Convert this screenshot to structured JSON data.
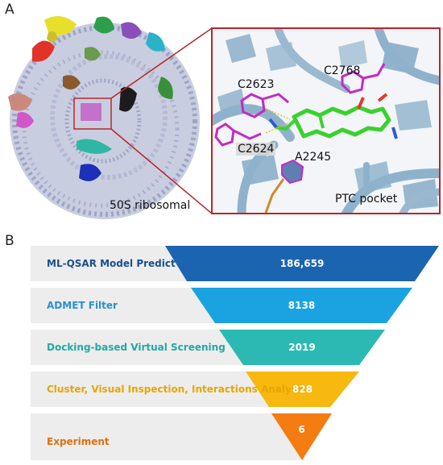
{
  "panel_a": {
    "label": "A",
    "overview_caption": "50S ribosomal",
    "pocket_caption": "PTC pocket",
    "residues": [
      {
        "name": "C2623"
      },
      {
        "name": "C2768"
      },
      {
        "name": "C2624"
      },
      {
        "name": "A2245"
      }
    ]
  },
  "panel_b": {
    "label": "B",
    "steps": [
      {
        "label": "ML-QSAR Model Predict",
        "value": "186,659",
        "color": "#1b64b0",
        "label_color": "#1a4f8c"
      },
      {
        "label": "ADMET Filter",
        "value": "8138",
        "color": "#1aa3e0",
        "label_color": "#2b8fd0"
      },
      {
        "label": "Docking-based Virtual Screening",
        "value": "2019",
        "color": "#2db9b3",
        "label_color": "#26a8a2"
      },
      {
        "label": "Cluster, Visual Inspection, Interactions Analysis",
        "value": "828",
        "color": "#f7b80f",
        "label_color": "#e8a600"
      },
      {
        "label": "Experiment",
        "value": "6",
        "color": "#f57c10",
        "label_color": "#e36f0c"
      }
    ]
  },
  "colors": {
    "zoom_frame": "#b8262b",
    "rna_backbone": "#8fb2cc",
    "ligand": "#3ad12e",
    "residue_stick": "#c22bc4",
    "label_band": "#ededed"
  }
}
